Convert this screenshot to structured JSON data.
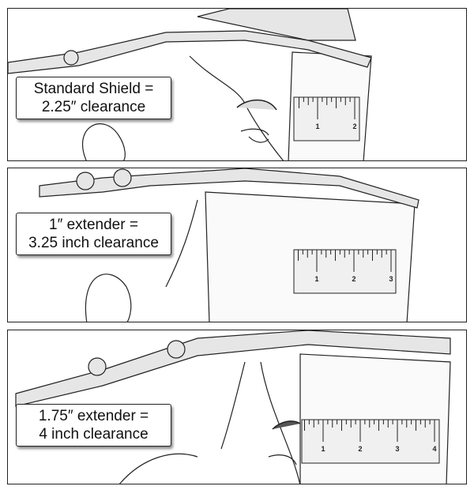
{
  "panels": [
    {
      "label_line1": "Standard Shield =",
      "label_line2": "2.25″ clearance",
      "ruler_numbers": [
        "1",
        "2"
      ]
    },
    {
      "label_line1": "1″ extender =",
      "label_line2": "3.25 inch clearance",
      "ruler_numbers": [
        "1",
        "2",
        "3"
      ]
    },
    {
      "label_line1": "1.75″ extender =",
      "label_line2": "4 inch clearance",
      "ruler_numbers": [
        "1",
        "2",
        "3",
        "4"
      ]
    }
  ],
  "colors": {
    "band": "#e6e6e6",
    "outline": "#222222",
    "ruler": "#f0f0f0"
  }
}
